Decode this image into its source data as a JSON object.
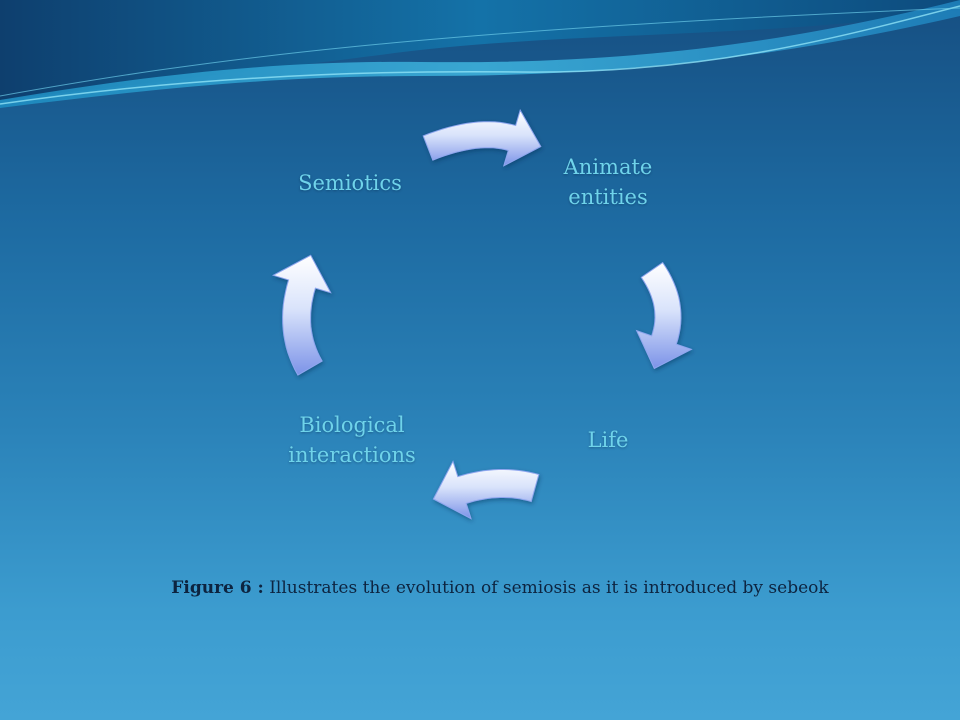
{
  "diagram": {
    "type": "cycle",
    "nodes": [
      {
        "id": "animate",
        "lines": [
          "Animate",
          "entities"
        ]
      },
      {
        "id": "life",
        "lines": [
          "Life"
        ]
      },
      {
        "id": "bio",
        "lines": [
          "Biological",
          "interactions"
        ]
      },
      {
        "id": "semiotics",
        "lines": [
          "Semiotics"
        ]
      }
    ],
    "edges": [
      {
        "from": "semiotics",
        "to": "animate"
      },
      {
        "from": "animate",
        "to": "life"
      },
      {
        "from": "life",
        "to": "bio"
      },
      {
        "from": "bio",
        "to": "semiotics"
      }
    ]
  },
  "caption": {
    "label": "Figure 6 :",
    "text": " Illustrates the evolution of semiosis as it is  introduced by sebeok"
  },
  "colors": {
    "label_text": "#6fd3ea",
    "caption_text": "#0d2440",
    "arrow_fill_light": "#ffffff",
    "arrow_fill_dark": "#7c93e8"
  }
}
